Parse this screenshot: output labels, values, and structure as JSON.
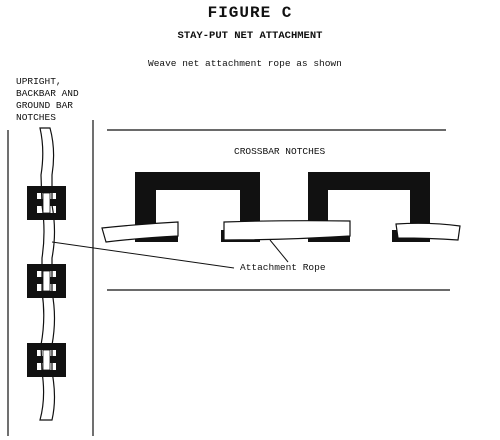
{
  "figure": {
    "title": "FIGURE C",
    "subtitle": "STAY-PUT NET ATTACHMENT",
    "instruction": "Weave net attachment rope as shown"
  },
  "labels": {
    "side_lines": [
      "UPRIGHT,",
      "BACKBAR AND",
      "GROUND BAR",
      "NOTCHES"
    ],
    "crossbar": "CROSSBAR NOTCHES",
    "rope": "Attachment Rope"
  },
  "colors": {
    "ink": "#111111",
    "paper": "#ffffff"
  }
}
